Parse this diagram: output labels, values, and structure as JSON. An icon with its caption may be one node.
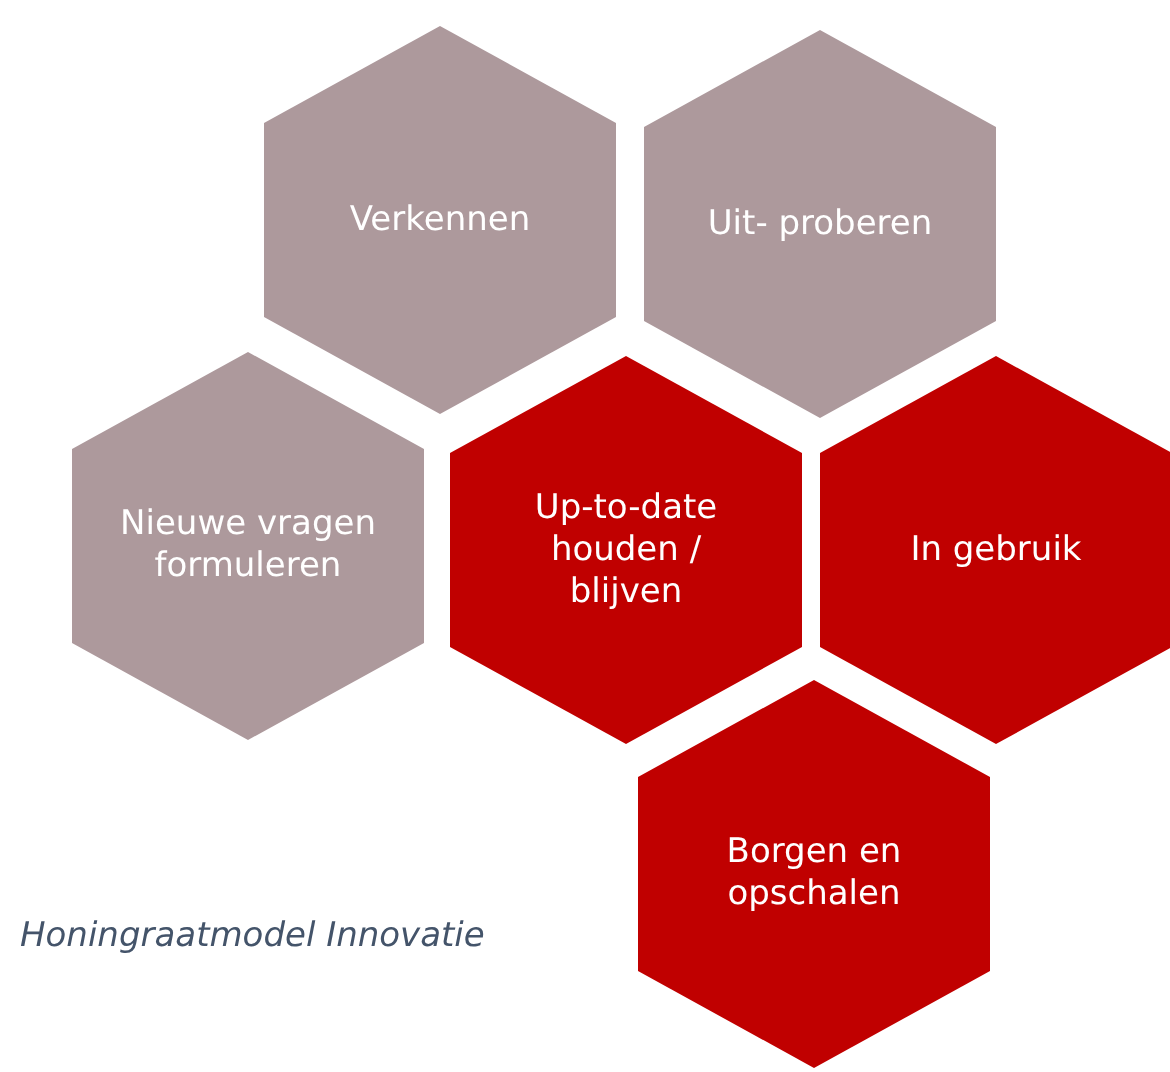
{
  "diagram": {
    "caption": "Honingraatmodel Innovatie",
    "nodes": [
      {
        "text": [
          "Verkennen"
        ]
      },
      {
        "text": [
          "Uit- proberen"
        ]
      },
      {
        "text": [
          "Nieuwe vragen formuleren"
        ]
      },
      {
        "text": [
          "Up-to-date houden / blijven"
        ]
      },
      {
        "text": [
          "In gebruik"
        ]
      },
      {
        "text": [
          "Borgen en opschalen"
        ]
      }
    ]
  }
}
